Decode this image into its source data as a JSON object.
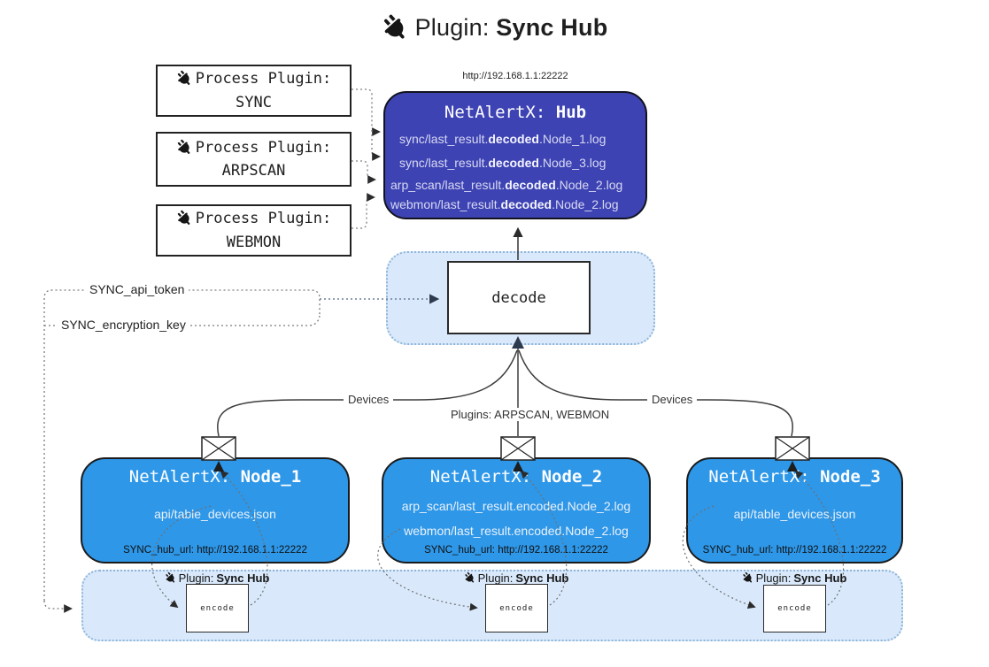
{
  "title": {
    "prefix": "Plugin: ",
    "bold": "Sync Hub"
  },
  "hub": {
    "url": "http://192.168.1.1:22222",
    "name_prefix": "NetAlertX: ",
    "name_bold": "Hub",
    "lines": [
      {
        "pre": "sync/last_result.",
        "bold": "decoded",
        "post": ".Node_1.log"
      },
      {
        "pre": "sync/last_result.",
        "bold": "decoded",
        "post": ".Node_3.log"
      },
      {
        "pre": "arp_scan/last_result.",
        "bold": "decoded",
        "post": ".Node_2.log"
      },
      {
        "pre": "webmon/last_result.",
        "bold": "decoded",
        "post": ".Node_2.log"
      }
    ]
  },
  "process_plugins": [
    {
      "label": "Process Plugin:",
      "name": "SYNC"
    },
    {
      "label": "Process Plugin:",
      "name": "ARPSCAN"
    },
    {
      "label": "Process Plugin:",
      "name": "WEBMON"
    }
  ],
  "decode_label": "decode",
  "settings": {
    "api_token": "SYNC_api_token",
    "encryption_key": "SYNC_encryption_key"
  },
  "edge_labels": {
    "left": "Devices",
    "middle": "Plugins: ARPSCAN, WEBMON",
    "right": "Devices"
  },
  "nodes": [
    {
      "name_prefix": "NetAlertX: ",
      "name_bold": "Node_1",
      "files": [
        "api/table_devices.json"
      ],
      "hub_url": "SYNC_hub_url: http://192.168.1.1:22222"
    },
    {
      "name_prefix": "NetAlertX: ",
      "name_bold": "Node_2",
      "files": [
        "arp_scan/last_result.encoded.Node_2.log",
        "webmon/last_result.encoded.Node_2.log"
      ],
      "hub_url": "SYNC_hub_url: http://192.168.1.1:22222"
    },
    {
      "name_prefix": "NetAlertX: ",
      "name_bold": "Node_3",
      "files": [
        "api/table_devices.json"
      ],
      "hub_url": "SYNC_hub_url: http://192.168.1.1:22222"
    }
  ],
  "encoders": [
    {
      "plugin_prefix": "Plugin: ",
      "plugin_bold": "Sync Hub",
      "box_label": "encode"
    },
    {
      "plugin_prefix": "Plugin: ",
      "plugin_bold": "Sync Hub",
      "box_label": "encode"
    },
    {
      "plugin_prefix": "Plugin: ",
      "plugin_bold": "Sync Hub",
      "box_label": "encode"
    }
  ],
  "colors": {
    "hub_bg": "#3D43B3",
    "node_bg": "#2E97E8",
    "band_bg": "#D9E9FB",
    "band_border": "#8FB5D8",
    "ink": "#1F1F1F"
  }
}
